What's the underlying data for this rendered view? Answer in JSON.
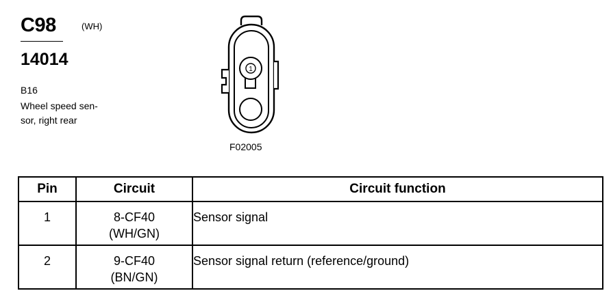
{
  "connector": {
    "id": "C98",
    "color_code": "(WH)",
    "part_number": "14014",
    "description_lines": [
      "B16",
      "Wheel speed sen-",
      "sor, right rear"
    ]
  },
  "diagram": {
    "pin_label": "1",
    "figure_id": "F02005"
  },
  "table": {
    "headers": [
      "Pin",
      "Circuit",
      "Circuit function"
    ],
    "rows": [
      {
        "pin": "1",
        "circuit_lines": [
          "8-CF40",
          "(WH/GN)"
        ],
        "function": "Sensor signal"
      },
      {
        "pin": "2",
        "circuit_lines": [
          "9-CF40",
          "(BN/GN)"
        ],
        "function": "Sensor signal return (reference/ground)"
      }
    ]
  }
}
